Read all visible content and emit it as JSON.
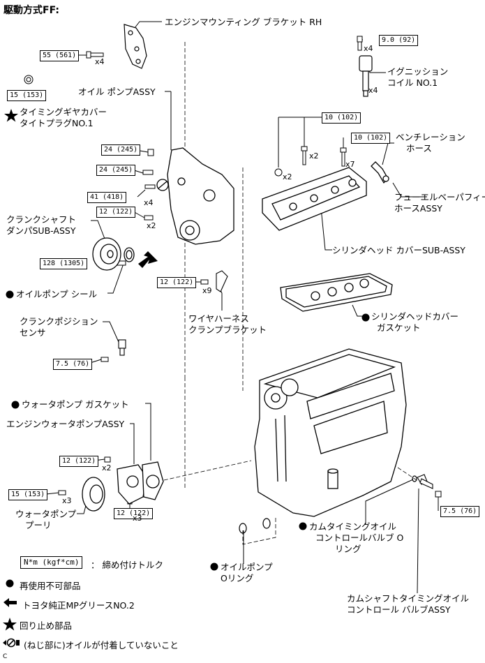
{
  "title": "駆動方式FF:",
  "corner_label": "C",
  "parts": {
    "engine_mount_bracket": "エンジンマウンティング ブラケット RH",
    "ignition_coil": [
      "イグニッション",
      "コイル NO.1"
    ],
    "timing_gear_cover_plug": [
      "タイミングギヤカバー",
      "タイトプラグNO.1"
    ],
    "oil_pump_assy": "オイル ポンプASSY",
    "ventilation_hose": [
      "ベンチレーション",
      "ホース"
    ],
    "fuel_vapor_feed_hose": [
      "フューエルベーパフィード",
      "ホースASSY"
    ],
    "crankshaft_damper": [
      "クランクシャフト",
      "ダンパSUB-ASSY"
    ],
    "cylinder_head_cover": "シリンダヘッド カバーSUB-ASSY",
    "oil_pump_seal": "オイルポンプ シール",
    "cylinder_head_cover_gasket": [
      "シリンダヘッドカバー",
      "ガスケット"
    ],
    "crank_position_sensor": [
      "クランクポジション",
      "センサ"
    ],
    "wire_harness_bracket": [
      "ワイヤハーネス",
      "クランプブラケット"
    ],
    "water_pump_gasket": "ウォータポンプ ガスケット",
    "water_pump_assy": "エンジンウォータポンプASSY",
    "water_pump_pulley": [
      "ウォータポンプ",
      "プーリ"
    ],
    "cam_timing_oil_valve_oring": [
      "カムタイミングオイル",
      "コントロールバルブ O",
      "リング"
    ],
    "oil_pump_oring": [
      "オイルポンプ",
      "Oリング"
    ],
    "cam_timing_oil_valve_assy": [
      "カムシャフトタイミングオイル",
      "コントロール バルブASSY"
    ]
  },
  "torques": {
    "t55": "55 (561)",
    "t9": "9.0 (92)",
    "t15a": "15 (153)",
    "t10a": "10 (102)",
    "t10b": "10 (102)",
    "t24a": "24 (245)",
    "t24b": "24 (245)",
    "t41": "41 (418)",
    "t12a": "12 (122)",
    "t128": "128 (1305)",
    "t12b": "12 (122)",
    "t75a": "7.5 (76)",
    "t12c": "12 (122)",
    "t15b": "15 (153)",
    "t12d": "12 (122)",
    "t75b": "7.5 (76)"
  },
  "quantities": {
    "q55": "x4",
    "q9": "x4",
    "q_coil": "x4",
    "q10a": "x2",
    "q10b": "x7",
    "q_nut": "x2",
    "q41": "x4",
    "q12a": "x2",
    "q12b": "x9",
    "q12c": "x2",
    "q15b": "x3",
    "q12d": "x3"
  },
  "legend": {
    "torque_box": "N*m (kgf*cm)",
    "torque_desc": "： 締め付けトルク",
    "non_reusable": "再使用不可部品",
    "mp_grease": "トヨタ純正MPグリースNO.2",
    "anti_loosen": "回り止め部品",
    "no_oil": "(ねじ部に)オイルが付着していないこと"
  }
}
